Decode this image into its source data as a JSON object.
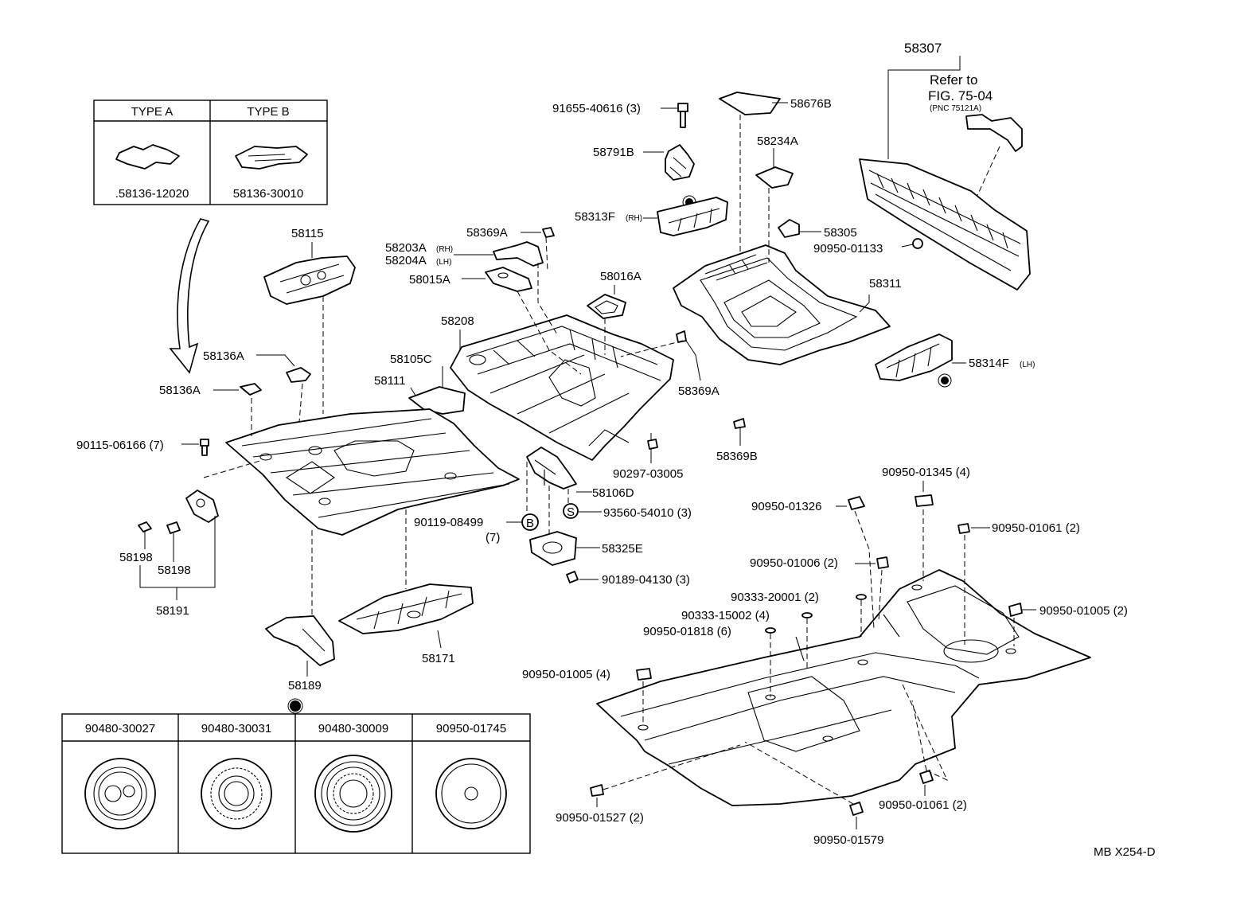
{
  "type_table": {
    "headers": [
      "TYPE A",
      "TYPE B"
    ],
    "parts": [
      ".58136-12020",
      "58136-30010"
    ]
  },
  "plug_table": {
    "headers": [
      "90480-30027",
      "90480-30031",
      "90480-30009",
      "90950-01745"
    ]
  },
  "refer_note": {
    "number": "58307",
    "line1": "Refer to",
    "line2": "FIG. 75-04",
    "line3": "(PNC 75121A)"
  },
  "labels": {
    "p91655": "91655-40616 (3)",
    "p58676B": "58676B",
    "p58791B": "58791B",
    "p58234A": "58234A",
    "p58313F": "58313F",
    "p58313F_sub": "(RH)",
    "p58305": "58305",
    "p90950_01133": "90950-01133",
    "p58311": "58311",
    "p58314F": "58314F",
    "p58314F_sub": "(LH)",
    "p58115": "58115",
    "p58369A_top": "58369A",
    "p58203A": "58203A",
    "p58203A_sub": "(RH)",
    "p58204A": "58204A",
    "p58204A_sub": "(LH)",
    "p58015A": "58015A",
    "p58016A": "58016A",
    "p58208": "58208",
    "p58136A_1": "58136A",
    "p58136A_2": "58136A",
    "p58105C": "58105C",
    "p58111": "58111",
    "p58369A_right": "58369A",
    "p58369B": "58369B",
    "p90115": "90115-06166 (7)",
    "p90297": "90297-03005",
    "p58106D": "58106D",
    "p93560": "93560-54010 (3)",
    "p93560_badge": "S",
    "p90119": "90119-08499",
    "p90119_qty": "(7)",
    "p90119_badge": "B",
    "p58325E": "58325E",
    "p90189": "90189-04130 (3)",
    "p58198_1": "58198",
    "p58198_2": "58198",
    "p58191": "58191",
    "p58171": "58171",
    "p58189": "58189",
    "p90950_01345": "90950-01345 (4)",
    "p90950_01326": "90950-01326",
    "p90950_01061_a": "90950-01061 (2)",
    "p90950_01006": "90950-01006 (2)",
    "p90333_20001": "90333-20001 (2)",
    "p90333_15002": "90333-15002 (4)",
    "p90950_01005_r": "90950-01005 (2)",
    "p90950_01818": "90950-01818 (6)",
    "p90950_01005_l": "90950-01005 (4)",
    "p90950_01527": "90950-01527 (2)",
    "p90950_01579": "90950-01579",
    "p90950_01061_b": "90950-01061 (2)",
    "drawing_code": "MB  X254-D"
  }
}
